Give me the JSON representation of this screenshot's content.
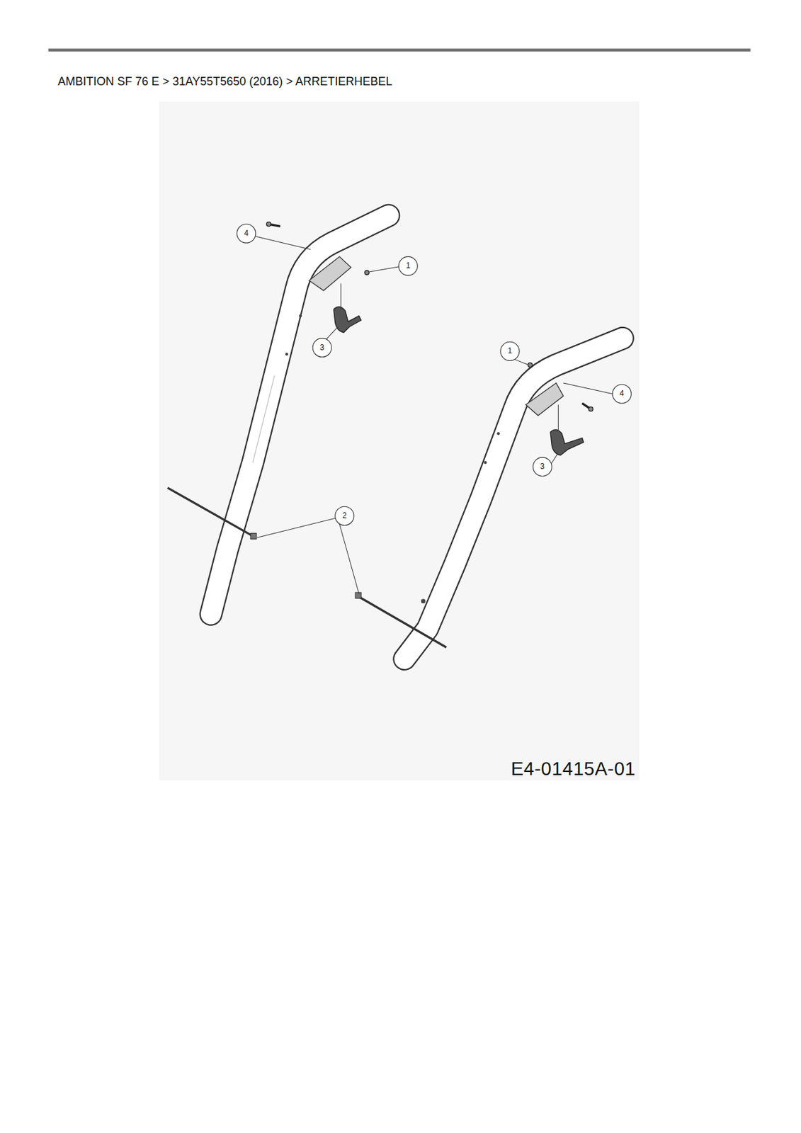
{
  "diagram": {
    "title": "AMBITION SF 76 E  >  31AY55T5650 (2016)  >  ARRETIERHEBEL",
    "labels": [
      "4",
      "1",
      "3",
      "1",
      "4",
      "3",
      "2",
      "E4-01415A-01"
    ]
  }
}
